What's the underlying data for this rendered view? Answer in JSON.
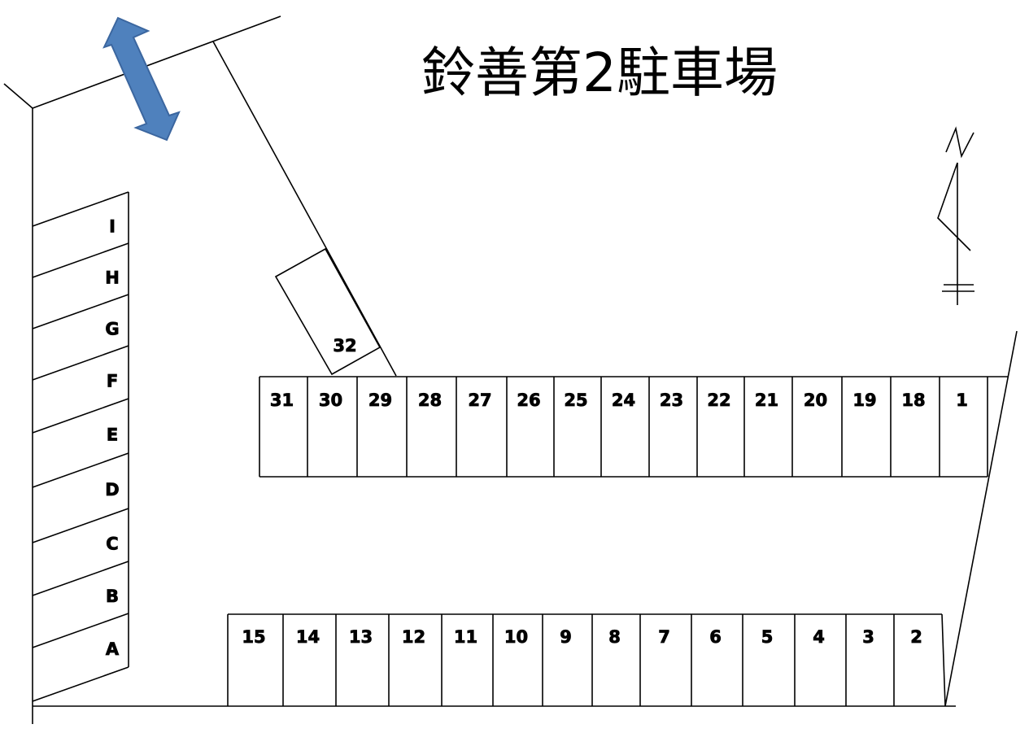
{
  "title": "鈴善第2駐車場",
  "entrance_arrow_color": "#4f81bd",
  "compass": {
    "north_label": "N"
  },
  "left_column_spaces": [
    "I",
    "H",
    "G",
    "F",
    "E",
    "D",
    "C",
    "B",
    "A"
  ],
  "top_row_spaces": [
    "31",
    "30",
    "29",
    "28",
    "27",
    "26",
    "25",
    "24",
    "23",
    "22",
    "21",
    "20",
    "19",
    "18",
    "1"
  ],
  "bottom_row_spaces": [
    "15",
    "14",
    "13",
    "12",
    "11",
    "10",
    "9",
    "8",
    "7",
    "6",
    "5",
    "4",
    "3",
    "2"
  ],
  "angled_space": "32"
}
